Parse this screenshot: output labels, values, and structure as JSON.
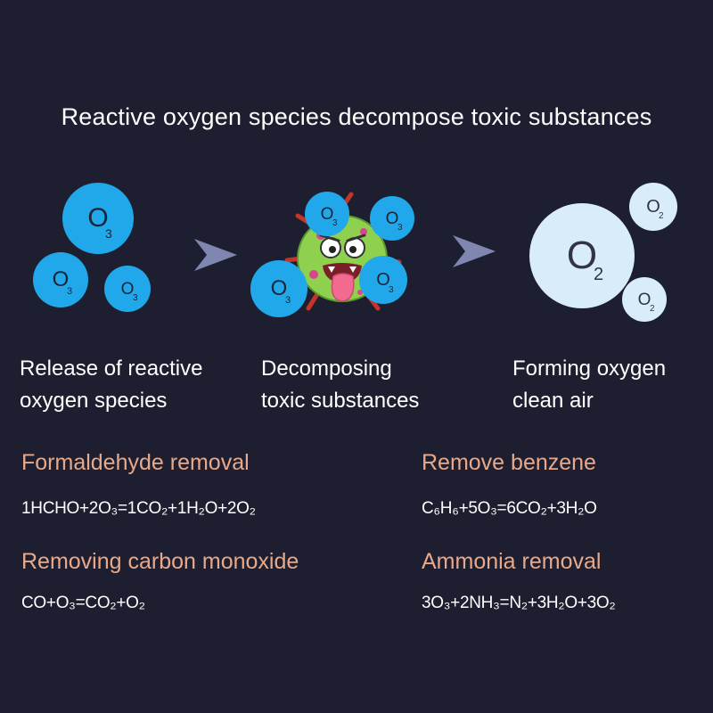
{
  "title": "Reactive oxygen species decompose toxic substances",
  "stages": [
    {
      "caption_line1": "Release of reactive",
      "caption_line2": "oxygen species",
      "molecule_symbol": "O",
      "molecule_sub": "3"
    },
    {
      "caption_line1": "Decomposing",
      "caption_line2": "toxic substances",
      "molecule_symbol": "O",
      "molecule_sub": "3"
    },
    {
      "caption_line1": "Forming oxygen",
      "caption_line2": "clean air",
      "molecule_symbol": "O",
      "molecule_sub": "2"
    }
  ],
  "reactions": [
    {
      "name": "Formaldehyde removal",
      "equation": "1HCHO+2O₃=1CO₂+1H₂O+2O₂"
    },
    {
      "name": "Remove benzene",
      "equation": "C₆H₆+5O₃=6CO₂+3H₂O"
    },
    {
      "name": "Removing carbon monoxide",
      "equation": "CO+O₃=CO₂+O₂"
    },
    {
      "name": "Ammonia removal",
      "equation": "3O₃+2NH₃=N₂+3H₂O+3O₂"
    }
  ],
  "colors": {
    "background": "#1d1f30",
    "ozone_blue": "#21a8ea",
    "oxygen_pale": "#d8ecfa",
    "heading_accent": "#e8a88a",
    "arrow": "#7f86b0",
    "germ_green": "#8fd14f"
  },
  "icons": [
    "ozone-molecule-icon",
    "arrow-right-icon",
    "germ-monster-icon",
    "oxygen-molecule-icon"
  ]
}
